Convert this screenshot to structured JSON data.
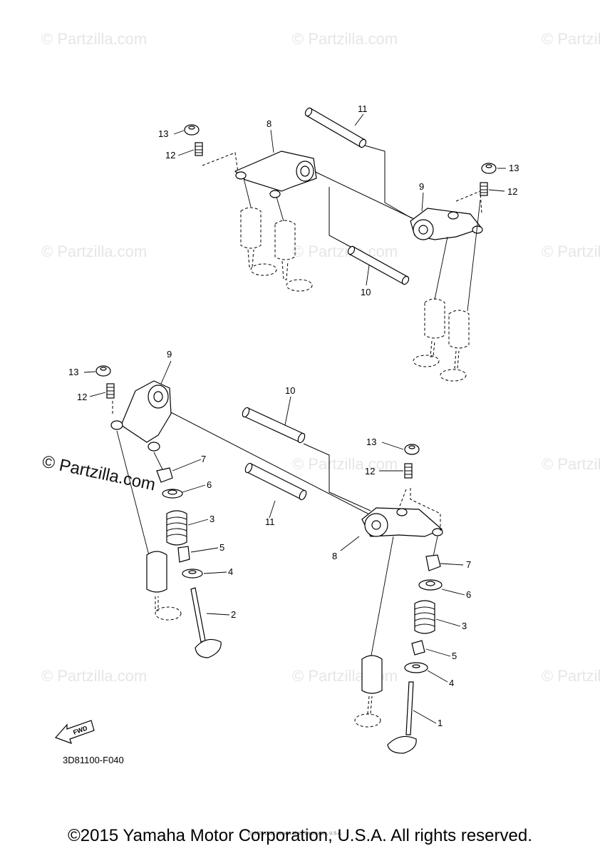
{
  "watermarks": {
    "faint_text": "© Partzilla.com",
    "strong_text": "© Partzilla.com"
  },
  "diagram": {
    "part_code": "3D81100-F040",
    "fwd_label": "FWD",
    "tiny_notice": "(c) 2005-2016 Yamaha Motor Corporation, U.S.A.",
    "copyright": "©2015 Yamaha Motor Corporation, U.S.A. All rights reserved."
  },
  "callouts": {
    "upper_11": "11",
    "upper_8": "8",
    "upper_13_left": "13",
    "upper_12_left": "12",
    "upper_13_right": "13",
    "upper_12_right": "12",
    "upper_9": "9",
    "upper_10": "10",
    "lower_9": "9",
    "lower_13_left": "13",
    "lower_12_left": "12",
    "lower_10": "10",
    "lower_13_right": "13",
    "lower_12_right": "12",
    "lower_7_left": "7",
    "lower_6_left": "6",
    "lower_3_left": "3",
    "lower_11": "11",
    "lower_5_left": "5",
    "lower_4_left": "4",
    "lower_2": "2",
    "lower_8": "8",
    "lower_7_right": "7",
    "lower_6_right": "6",
    "lower_3_right": "3",
    "lower_5_right": "5",
    "lower_4_right": "4",
    "lower_1": "1"
  },
  "colors": {
    "line": "#000000",
    "watermark": "#e6e6e6",
    "background": "#ffffff"
  }
}
